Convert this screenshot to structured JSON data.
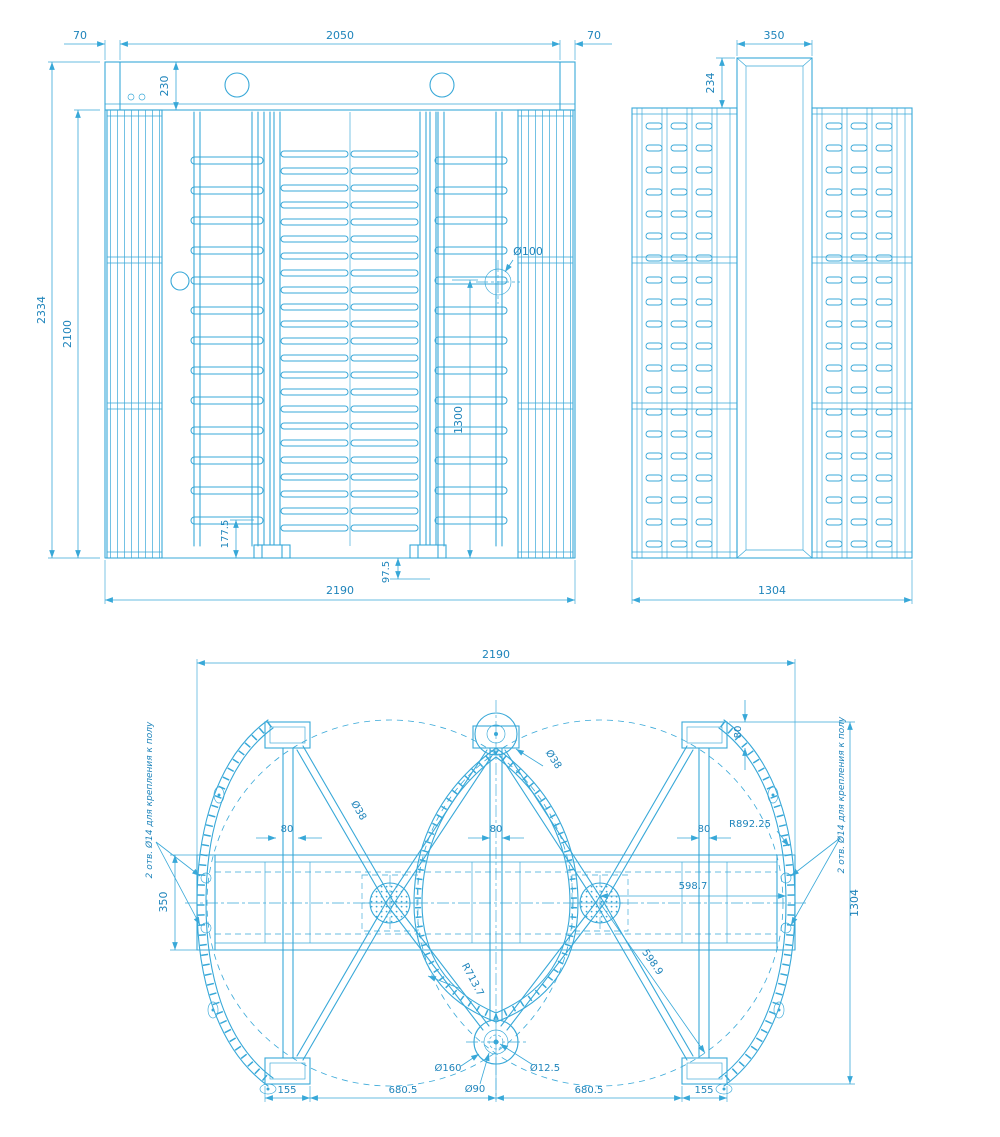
{
  "drawing": {
    "colors": {
      "line": "#38a8d8",
      "text": "#1e84bb"
    },
    "front": {
      "d70_left": "70",
      "d2050": "2050",
      "d70_right": "70",
      "d230": "230",
      "d2334": "2334",
      "d2100": "2100",
      "d100": "Ø100",
      "d1300": "1300",
      "d177_5": "177.5",
      "d97_5": "97.5",
      "d2190": "2190"
    },
    "side": {
      "d350": "350",
      "d234": "234",
      "d1304": "1304"
    },
    "plan": {
      "d2190": "2190",
      "d80_left": "80",
      "d80_center": "80",
      "d80_right": "80",
      "d80_post": "80",
      "d38_left": "Ø38",
      "d38_right": "Ø38",
      "r892": "R892.25",
      "d598_7": "598.7",
      "d598_9": "598.9",
      "d350": "350",
      "d1304": "1304",
      "r713": "R713.7",
      "d160": "Ø160",
      "d90": "Ø90",
      "d12_5": "Ø12.5",
      "d155_left": "155",
      "d680_left": "680.5",
      "d680_right": "680.5",
      "d155_right": "155",
      "note_left": "2 отв. Ø14 для крепления к полу",
      "note_right": "2 отв. Ø14 для крепления к полу"
    }
  }
}
